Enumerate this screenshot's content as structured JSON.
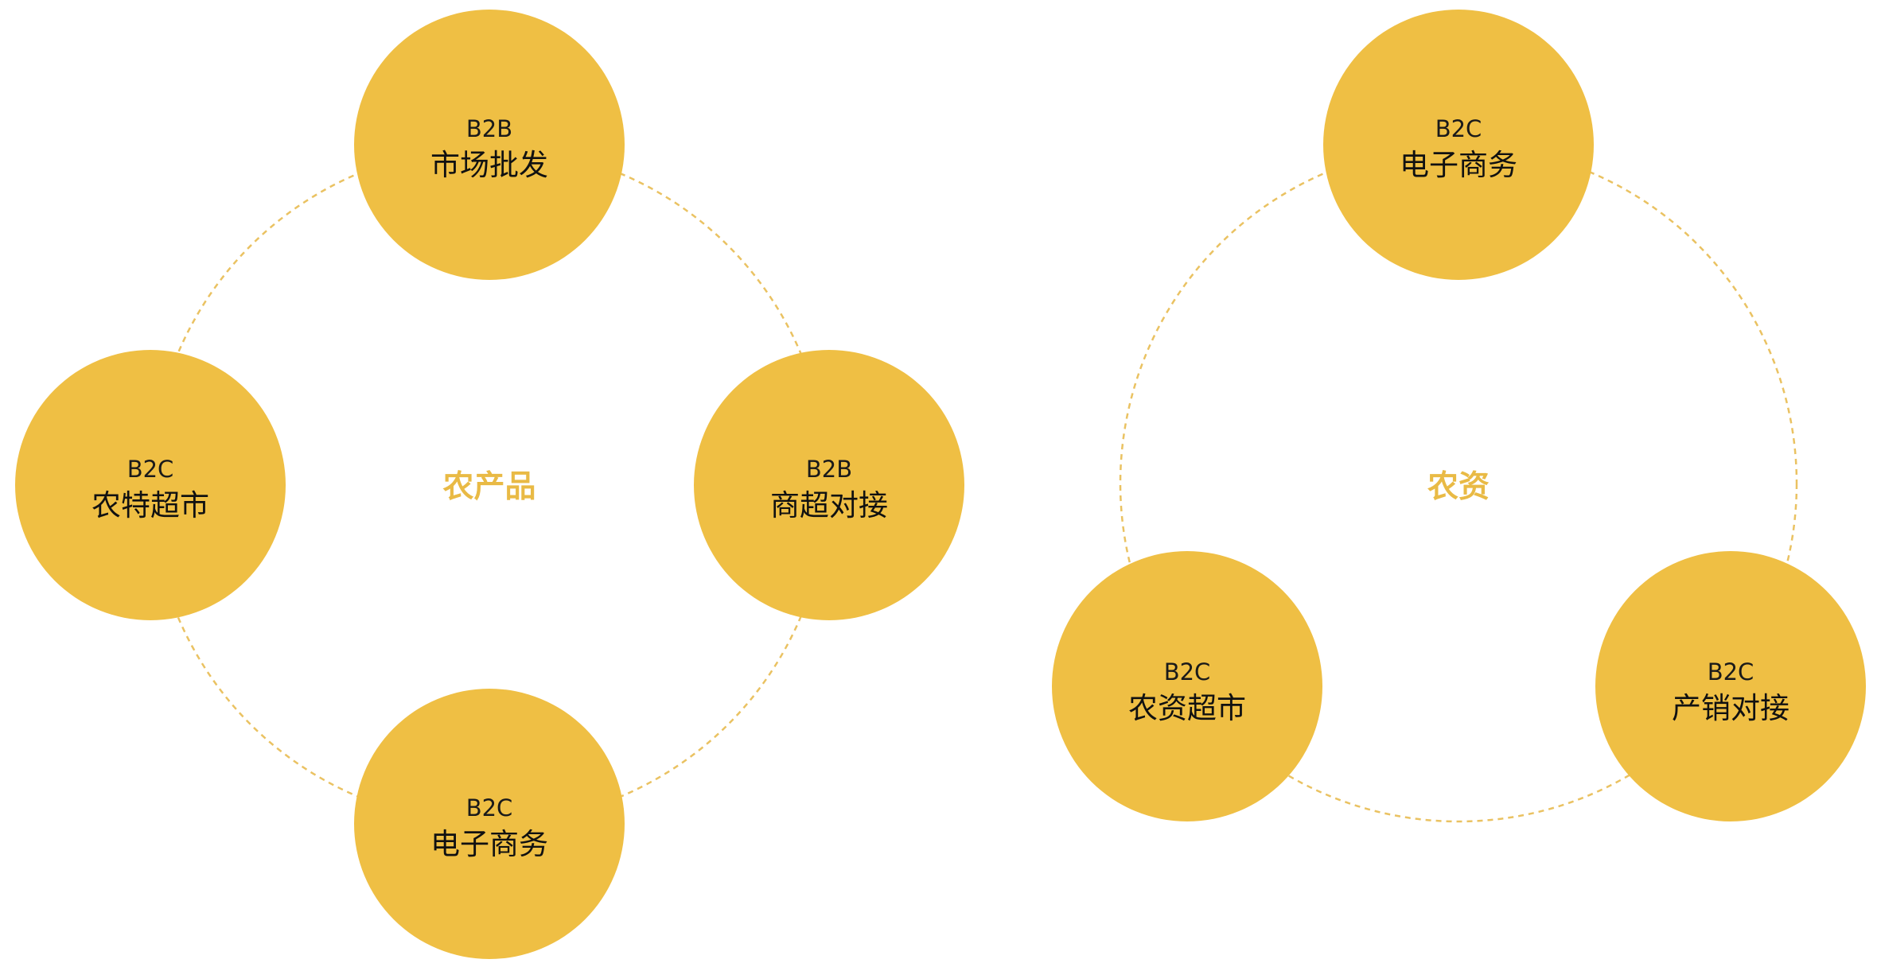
{
  "colors": {
    "node_fill": "#EFBF44",
    "center_text": "#E9BA45",
    "ring_stroke": "#EAC262"
  },
  "diagrams": [
    {
      "center": "农产品",
      "nodes": [
        {
          "type": "B2B",
          "label": "市场批发"
        },
        {
          "type": "B2C",
          "label": "农特超市"
        },
        {
          "type": "B2B",
          "label": "商超对接"
        },
        {
          "type": "B2C",
          "label": "电子商务"
        }
      ]
    },
    {
      "center": "农资",
      "nodes": [
        {
          "type": "B2C",
          "label": "电子商务"
        },
        {
          "type": "B2C",
          "label": "农资超市"
        },
        {
          "type": "B2C",
          "label": "产销对接"
        }
      ]
    }
  ]
}
